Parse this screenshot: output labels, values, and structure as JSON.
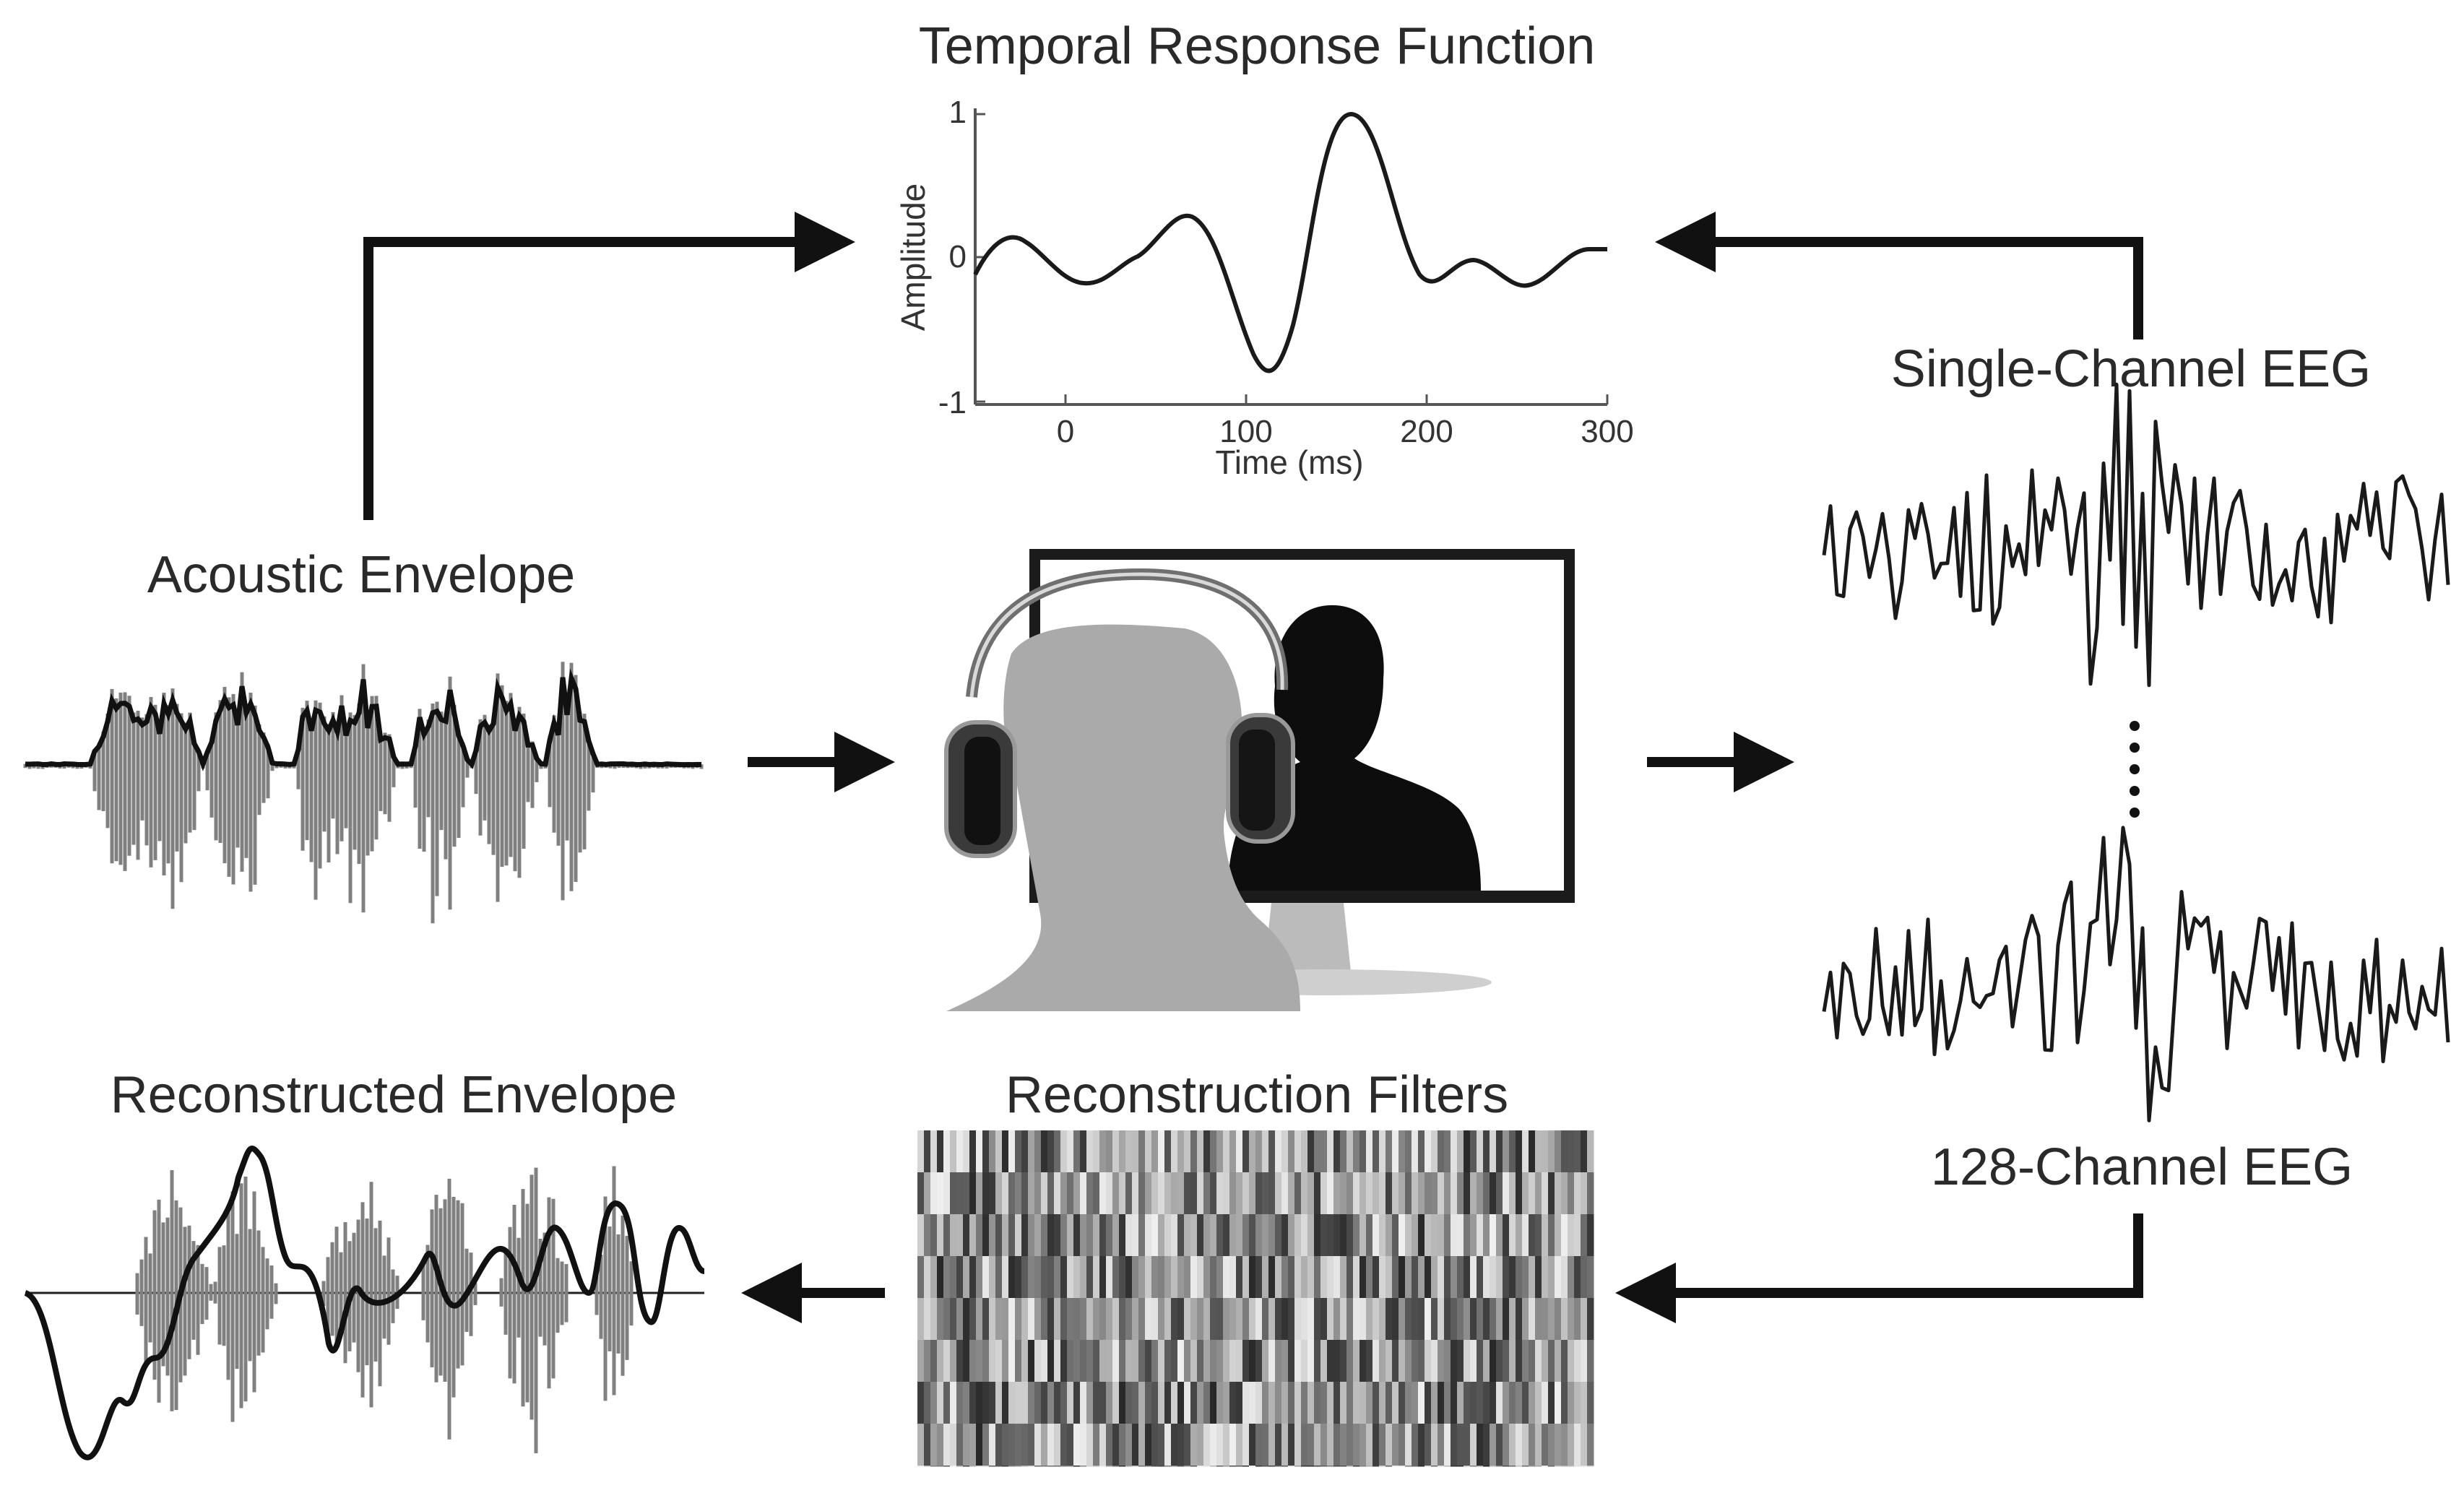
{
  "titles": {
    "trf": "Temporal Response Function",
    "acoustic": "Acoustic Envelope",
    "single_eeg": "Single-Channel EEG",
    "multi_eeg": "128-Channel EEG",
    "reconstructed": "Reconstructed Envelope",
    "filters": "Reconstruction Filters"
  },
  "trf_plot": {
    "xlabel": "Time (ms)",
    "ylabel": "Amplitude",
    "xticks": [
      "0",
      "100",
      "200",
      "300"
    ],
    "yticks": [
      "1",
      "0",
      "-1"
    ]
  },
  "colors": {
    "line": "#1a1a1a",
    "waveform": "#808080",
    "head": "#aaaaaa",
    "silhouette": "#0d0d0d"
  }
}
